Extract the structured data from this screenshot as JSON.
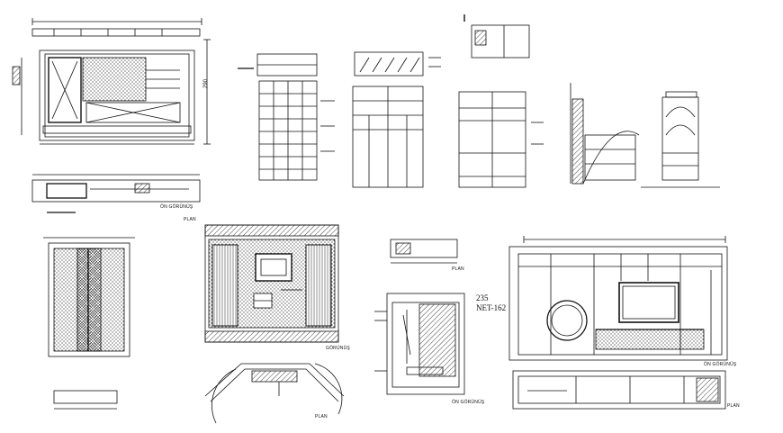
{
  "labels": {
    "on_gorunus": "ÖN GÖRÜNÜŞ",
    "plan": "PLAN",
    "gorunus": "GÖRÜNÜŞ",
    "area_line1": "235",
    "area_line2": "NET-162",
    "height_dim": "290"
  },
  "colors": {
    "ink": "#111111",
    "paper": "#ffffff"
  }
}
